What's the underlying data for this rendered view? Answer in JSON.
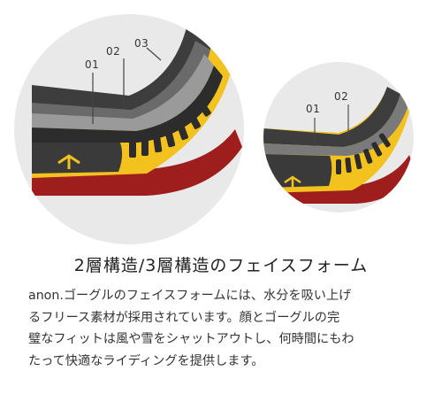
{
  "figure_large": {
    "callouts": [
      "01",
      "02",
      "03"
    ]
  },
  "figure_small": {
    "callouts": [
      "01",
      "02"
    ]
  },
  "colors": {
    "circle_background": "#e9e9e9",
    "frame_yellow": "#f3c21f",
    "foam_dark": "#3d3d3d",
    "foam_mid": "#6a6a6a",
    "foam_light": "#9a9a9a",
    "strap_red": "#9e1e1e"
  },
  "icons": [
    "anon-logo-icon"
  ],
  "title": "2層構造/3層構造のフェイスフォーム",
  "description": "anon.ゴーグルのフェイスフォームには、水分を吸い上げ\nるフリース素材が採用されています。顔とゴーグルの完\n璧なフィットは風や雪をシャットアウトし、何時間にもわ\nたって快適なライディングを提供します。"
}
